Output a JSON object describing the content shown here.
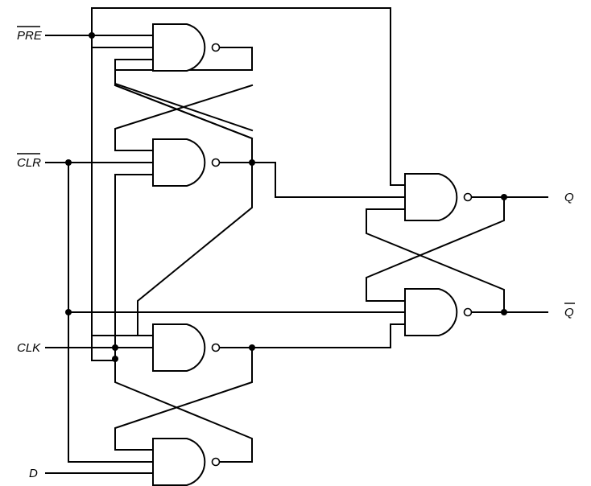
{
  "diagram": {
    "labels": {
      "pre": "PRE",
      "clr": "CLR",
      "clk": "CLK",
      "d": "D",
      "q": "Q",
      "qbar": "Q"
    }
  }
}
